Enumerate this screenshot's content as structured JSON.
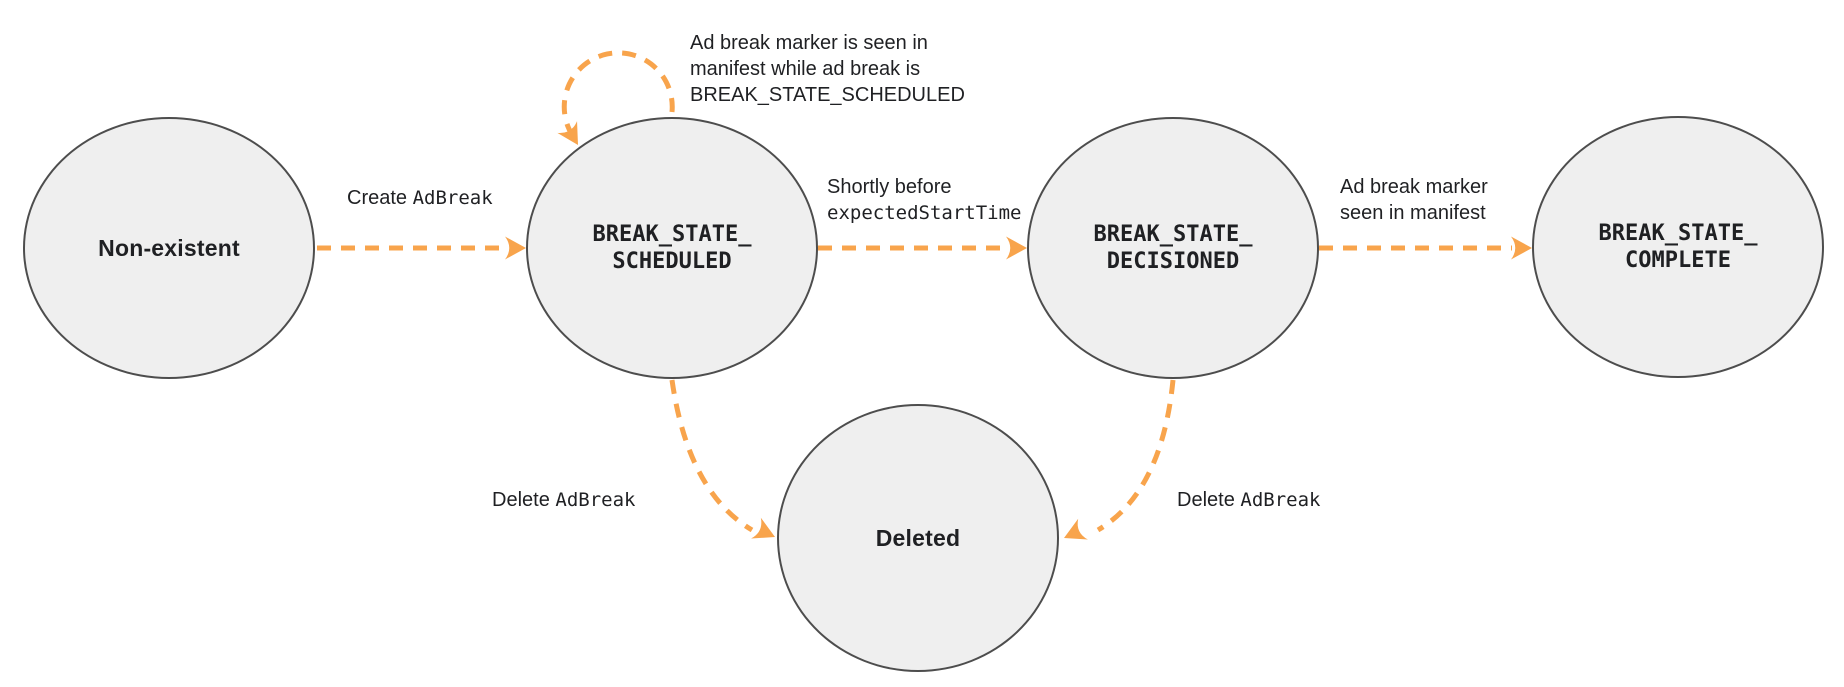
{
  "diagram": {
    "type": "state-diagram",
    "background": "#ffffff",
    "colors": {
      "arrow": "#F8A44C",
      "node_fill": "#EFEFEF",
      "node_border": "#4D4D4D",
      "text": "#1F2023"
    },
    "nodes": {
      "non_existent": {
        "label": "Non-existent"
      },
      "scheduled": {
        "label": "BREAK_STATE_\nSCHEDULED"
      },
      "decisioned": {
        "label": "BREAK_STATE_\nDECISIONED"
      },
      "complete": {
        "label": "BREAK_STATE_\nCOMPLETE"
      },
      "deleted": {
        "label": "Deleted"
      }
    },
    "edges": {
      "create": {
        "from": "Non-existent",
        "to": "BREAK_STATE_SCHEDULED",
        "label_action": "Create ",
        "label_code": "AdBreak"
      },
      "marker_loop": {
        "from": "BREAK_STATE_SCHEDULED",
        "to": "BREAK_STATE_SCHEDULED",
        "label_lines": [
          "Ad break marker is seen in",
          "manifest while ad break is",
          "BREAK_STATE_SCHEDULED"
        ]
      },
      "decision": {
        "from": "BREAK_STATE_SCHEDULED",
        "to": "BREAK_STATE_DECISIONED",
        "label_line1": "Shortly before",
        "label_line2_code": "expectedStartTime"
      },
      "complete": {
        "from": "BREAK_STATE_DECISIONED",
        "to": "BREAK_STATE_COMPLETE",
        "label_lines": [
          "Ad break marker",
          "seen in manifest"
        ]
      },
      "delete_scheduled": {
        "from": "BREAK_STATE_SCHEDULED",
        "to": "Deleted",
        "label_action": "Delete ",
        "label_code": "AdBreak"
      },
      "delete_decisioned": {
        "from": "BREAK_STATE_DECISIONED",
        "to": "Deleted",
        "label_action": "Delete ",
        "label_code": "AdBreak"
      }
    }
  }
}
